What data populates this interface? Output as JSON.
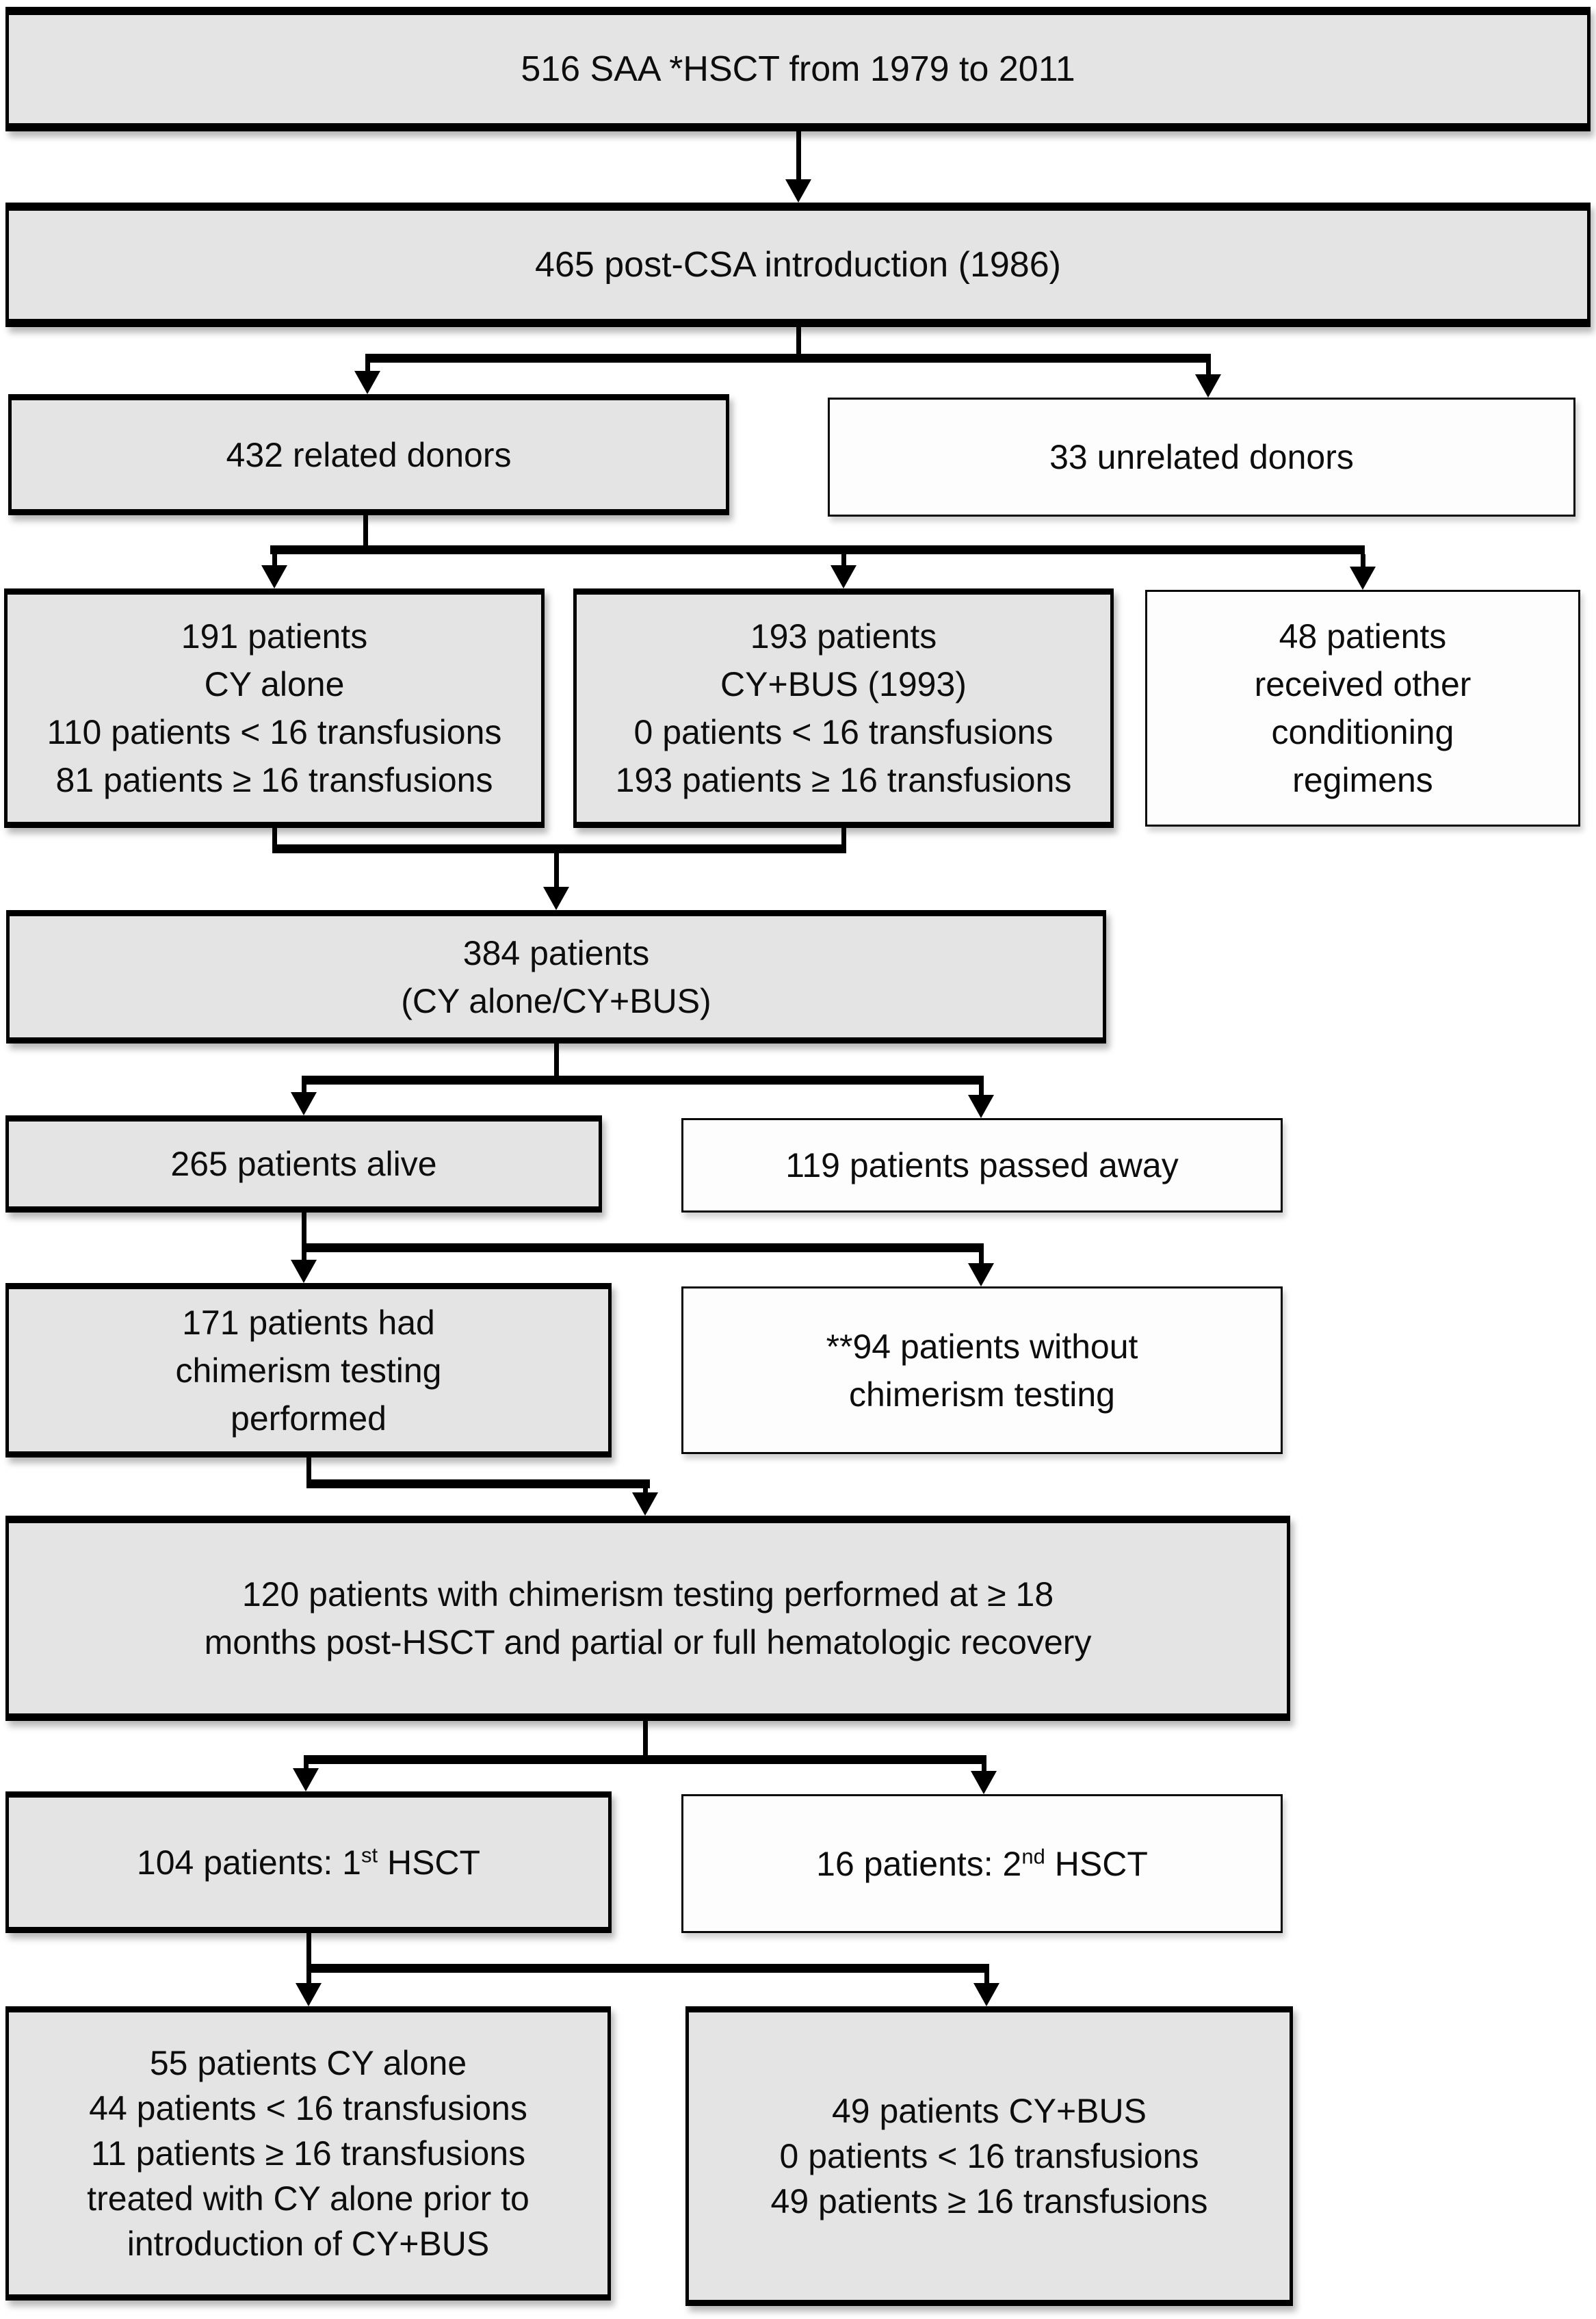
{
  "colors": {
    "box_fill_gray": "#e4e4e4",
    "box_fill_white": "#fdfdfd",
    "line": "#000000",
    "text": "#0d0d0d"
  },
  "boxes": {
    "saa": {
      "text": "516 SAA *HSCT from 1979 to 2011"
    },
    "csa": {
      "text": "465 post-CSA introduction (1986)"
    },
    "related": {
      "text": "432 related donors"
    },
    "unrelated": {
      "text": "33 unrelated donors"
    },
    "cy_alone": {
      "text": "191 patients\nCY alone\n110 patients < 16 transfusions\n81 patients ≥ 16 transfusions"
    },
    "cy_bus": {
      "text": "193 patients\nCY+BUS (1993)\n0 patients < 16 transfusions\n193 patients ≥ 16 transfusions"
    },
    "other_regimens": {
      "text": "48 patients\nreceived other\nconditioning\nregimens"
    },
    "pooled": {
      "text": "384 patients\n(CY alone/CY+BUS)"
    },
    "alive": {
      "text": "265 patients alive"
    },
    "passed_away": {
      "text": "119 patients passed away"
    },
    "chimerism_done": {
      "text": "171 patients had\nchimerism testing\nperformed"
    },
    "chimerism_none": {
      "text": "**94 patients without\nchimerism testing"
    },
    "chimerism_18mo": {
      "text": "120 patients with chimerism testing performed at ≥ 18\nmonths post-HSCT and partial or full hematologic recovery"
    },
    "first_hsct": {
      "prefix": "104 patients: 1",
      "sup": "st",
      "suffix": " HSCT"
    },
    "second_hsct": {
      "prefix": "16 patients: 2",
      "sup": "nd",
      "suffix": " HSCT"
    },
    "final_cy_alone": {
      "text": "55 patients CY alone\n44 patients < 16 transfusions\n11 patients ≥ 16 transfusions\ntreated with CY alone prior to\nintroduction of CY+BUS"
    },
    "final_cy_bus": {
      "text": "49 patients CY+BUS\n0 patients < 16 transfusions\n49 patients ≥ 16 transfusions"
    }
  }
}
